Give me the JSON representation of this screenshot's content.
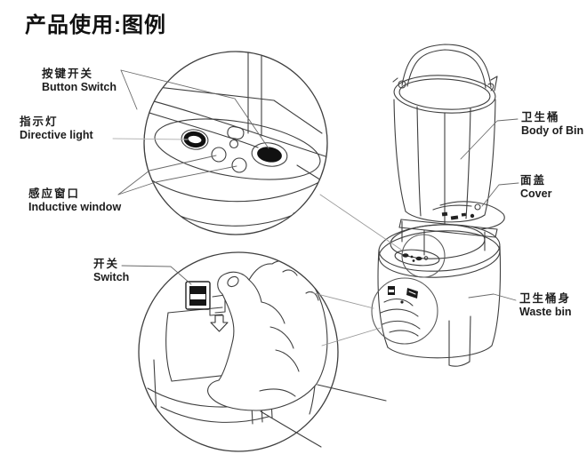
{
  "title": "产品使用:图例",
  "labels": {
    "button_switch": {
      "zh": "按键开关",
      "en": "Button Switch"
    },
    "directive_light": {
      "zh": "指示灯",
      "en": "Directive light"
    },
    "inductive_window": {
      "zh": "感应窗口",
      "en": "Inductive window"
    },
    "switch": {
      "zh": "开关",
      "en": "Switch"
    },
    "body_of_bin": {
      "zh": "卫生桶",
      "en": "Body of Bin"
    },
    "cover": {
      "zh": "面盖",
      "en": "Cover"
    },
    "waste_bin": {
      "zh": "卫生桶身",
      "en": "Waste bin"
    }
  },
  "icons": {
    "down_arrow": "insert-battery-direction"
  },
  "colors": {
    "ink": "#3f3f3f",
    "leader": "#9a9a9a",
    "text": "#1c1c1c",
    "background": "#ffffff"
  }
}
